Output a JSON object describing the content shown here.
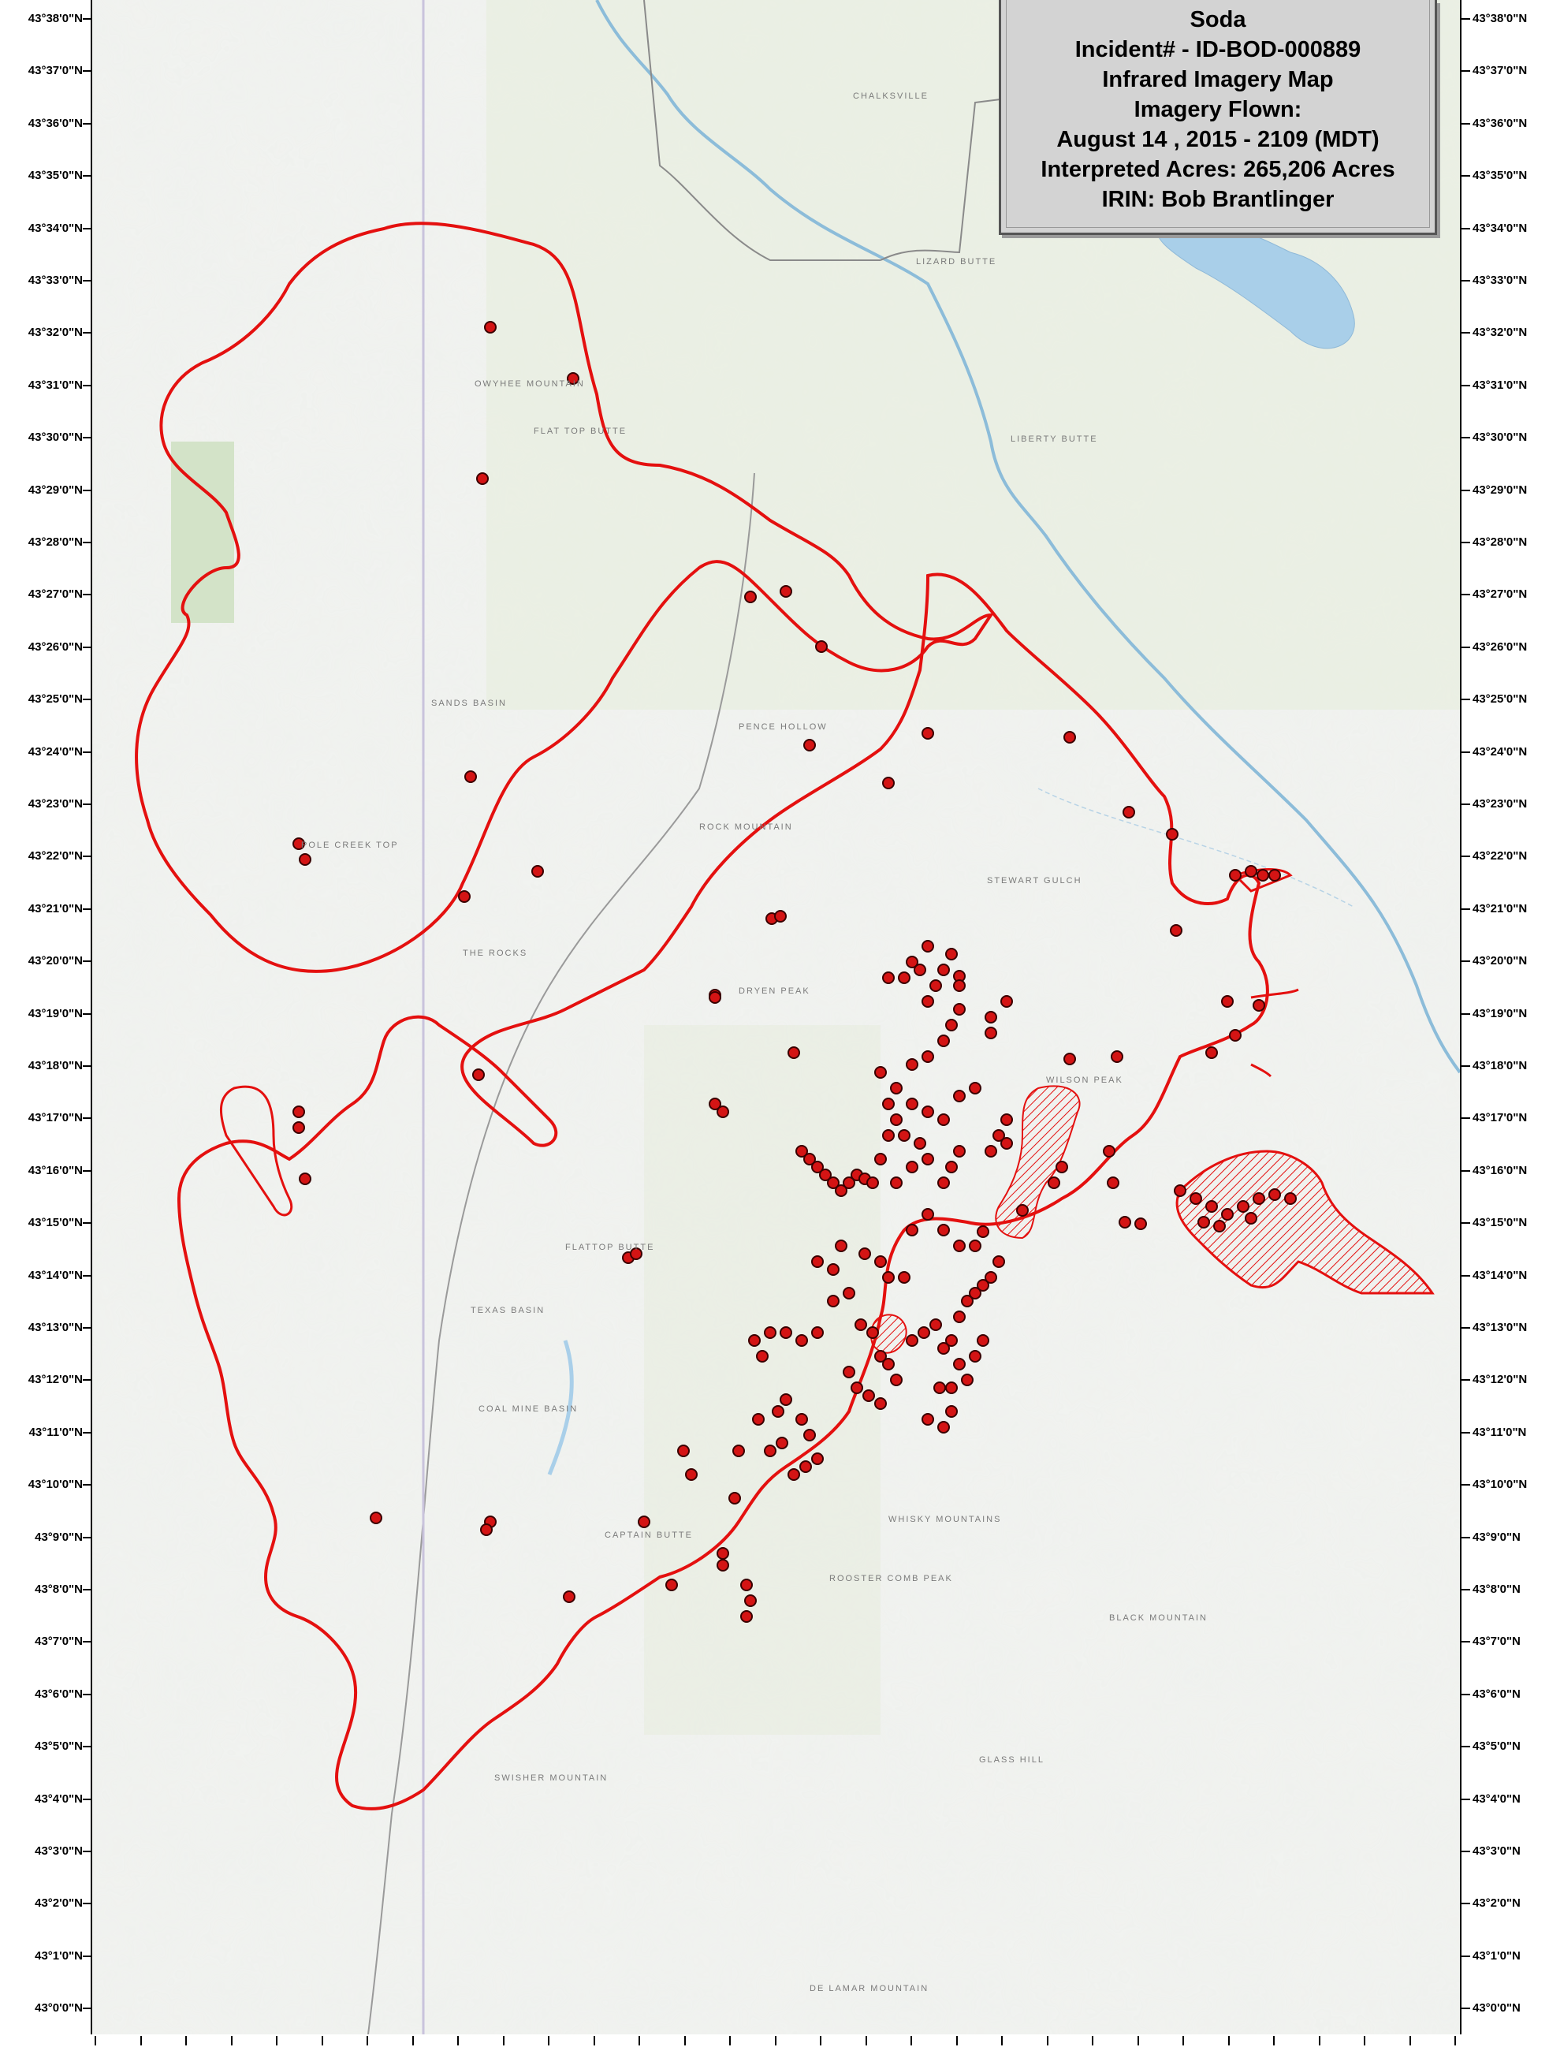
{
  "legend": {
    "lines": [
      "Soda",
      "Incident# - ID-BOD-000889",
      "Infrared Imagery Map",
      "Imagery Flown:",
      "August 14 , 2015 - 2109 (MDT)",
      "Interpreted Acres: 265,206  Acres",
      "IRIN: Bob Brantlinger"
    ]
  },
  "latitude_labels": [
    "43°38'0\"N",
    "43°37'0\"N",
    "43°36'0\"N",
    "43°35'0\"N",
    "43°34'0\"N",
    "43°33'0\"N",
    "43°32'0\"N",
    "43°31'0\"N",
    "43°30'0\"N",
    "43°29'0\"N",
    "43°28'0\"N",
    "43°27'0\"N",
    "43°26'0\"N",
    "43°25'0\"N",
    "43°24'0\"N",
    "43°23'0\"N",
    "43°22'0\"N",
    "43°21'0\"N",
    "43°20'0\"N",
    "43°19'0\"N",
    "43°18'0\"N",
    "43°17'0\"N",
    "43°16'0\"N",
    "43°15'0\"N",
    "43°14'0\"N",
    "43°13'0\"N",
    "43°12'0\"N",
    "43°11'0\"N",
    "43°10'0\"N",
    "43°9'0\"N",
    "43°8'0\"N",
    "43°7'0\"N",
    "43°6'0\"N",
    "43°5'0\"N",
    "43°4'0\"N",
    "43°3'0\"N",
    "43°2'0\"N",
    "43°1'0\"N",
    "43°0'0\"N"
  ],
  "places": [
    "CHALKSVILLE",
    "LIZARD BUTTE",
    "OWYHEE MOUNTAIN",
    "FLAT TOP BUTTE",
    "LIBERTY BUTTE",
    "SANDS BASIN",
    "PENCE HOLLOW",
    "POLE CREEK TOP",
    "ROCK MOUNTAIN",
    "THE ROCKS",
    "STEWART GULCH",
    "DRYEN PEAK",
    "WILSON PEAK",
    "FLATTOP BUTTE",
    "TEXAS BASIN",
    "COAL MINE BASIN",
    "WHISKY MOUNTAINS",
    "BLACK MOUNTAIN",
    "SWISHER MOUNTAIN",
    "GLASS HILL",
    "DE LAMAR MOUNTAIN",
    "CAPTAIN BUTTE",
    "ROOSTER COMB PEAK"
  ],
  "colors": {
    "perimeter": "#e4100f",
    "hotspot_fill": "#d41414",
    "water": "#a9cfe9",
    "terrain": "#eef0ee",
    "legend_bg": "#d3d3d3"
  },
  "icons": [
    "hotspot-marker-icon"
  ]
}
